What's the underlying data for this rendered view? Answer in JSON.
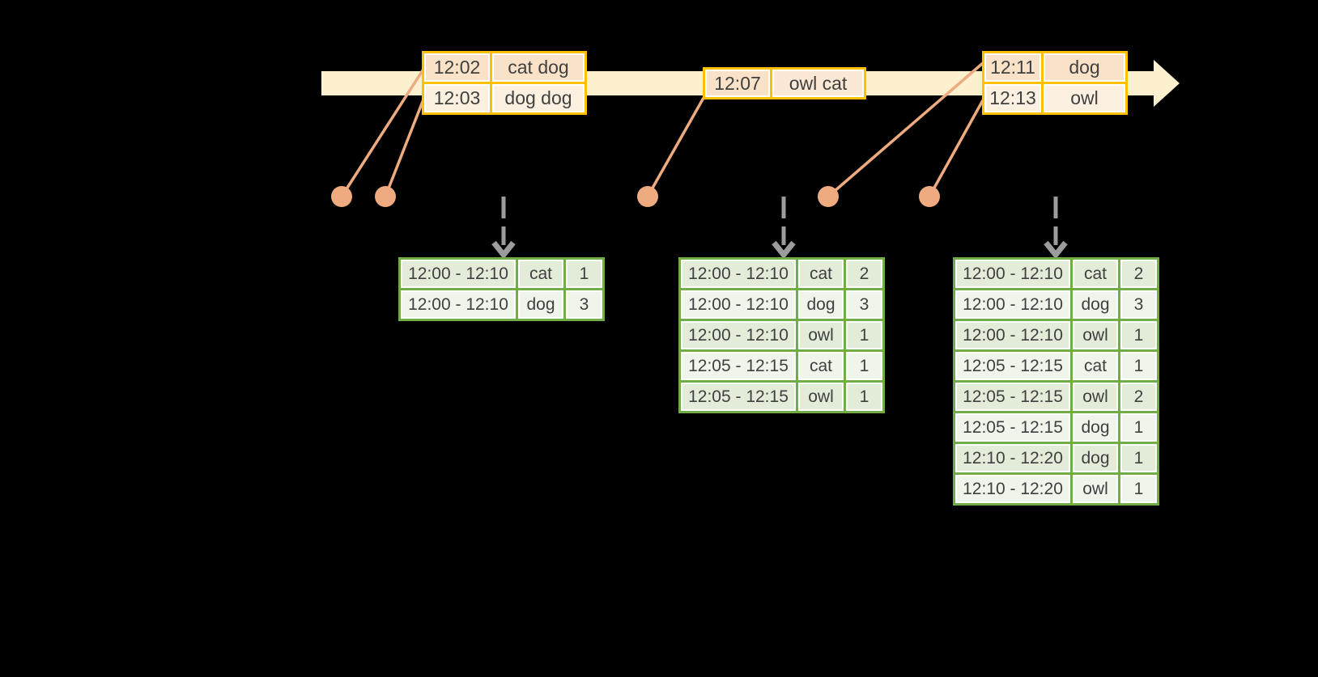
{
  "diagram": {
    "description": "Windowed grouped aggregation over an event-time stream",
    "timeline": {
      "name": "event-time-arrow"
    }
  },
  "colors": {
    "background": "#000000",
    "timeline_fill": "#FCF0CE",
    "event_table_border": "#FFC000",
    "event_row_peach": "#F9E2C8",
    "event_row_cream": "#FCF0E0",
    "connector_salmon": "#EFAB80",
    "trigger_arrow_gray": "#9C9C9C",
    "result_table_border": "#71AD47",
    "result_row_dark": "#E2ECD9",
    "result_row_light": "#F0F5EB",
    "text": "#404040"
  },
  "event_tables": [
    {
      "name": "input-batch-1",
      "rows": [
        [
          "12:02",
          "cat dog"
        ],
        [
          "12:03",
          "dog dog"
        ]
      ]
    },
    {
      "name": "input-batch-2",
      "rows": [
        [
          "12:07",
          "owl cat"
        ]
      ]
    },
    {
      "name": "input-batch-3",
      "rows": [
        [
          "12:11",
          "dog"
        ],
        [
          "12:13",
          "owl"
        ]
      ]
    }
  ],
  "result_tables": [
    {
      "name": "result-table-1",
      "rows": [
        [
          "12:00 - 12:10",
          "cat",
          "1"
        ],
        [
          "12:00 - 12:10",
          "dog",
          "3"
        ]
      ]
    },
    {
      "name": "result-table-2",
      "rows": [
        [
          "12:00 - 12:10",
          "cat",
          "2"
        ],
        [
          "12:00 - 12:10",
          "dog",
          "3"
        ],
        [
          "12:00 - 12:10",
          "owl",
          "1"
        ],
        [
          "12:05 - 12:15",
          "cat",
          "1"
        ],
        [
          "12:05 - 12:15",
          "owl",
          "1"
        ]
      ]
    },
    {
      "name": "result-table-3",
      "rows": [
        [
          "12:00 - 12:10",
          "cat",
          "2"
        ],
        [
          "12:00 - 12:10",
          "dog",
          "3"
        ],
        [
          "12:00 - 12:10",
          "owl",
          "1"
        ],
        [
          "12:05 - 12:15",
          "cat",
          "1"
        ],
        [
          "12:05 - 12:15",
          "owl",
          "2"
        ],
        [
          "12:05 - 12:15",
          "dog",
          "1"
        ],
        [
          "12:10 - 12:20",
          "dog",
          "1"
        ],
        [
          "12:10 - 12:20",
          "owl",
          "1"
        ]
      ]
    }
  ]
}
